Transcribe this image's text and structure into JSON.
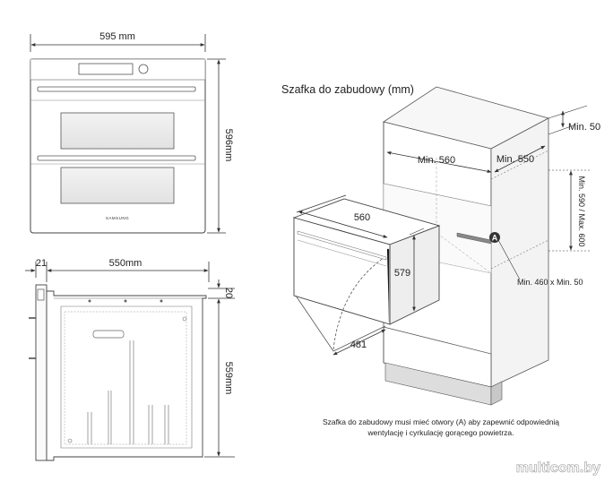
{
  "front_view": {
    "width_label": "595 mm",
    "height_label": "596mm",
    "brand": "SAMSUNG"
  },
  "side_view": {
    "door_label": "21",
    "depth_label": "550mm",
    "top_label": "20",
    "height_label": "559mm"
  },
  "cabinet": {
    "title": "Szafka do zabudowy (mm)",
    "min_top": "Min. 50",
    "min_depth": "Min. 560",
    "min_width": "Min. 550",
    "height_range": "Min. 590 / Max. 600",
    "opening_marker": "A",
    "opening_size": "Min. 460 x Min. 50",
    "oven_width": "560",
    "oven_height": "579",
    "door_swing": "481",
    "note_line1": "Szafka do zabudowy musi mieć otwory (A) aby zapewnić odpowiednią",
    "note_line2": "wentylację i cyrkulację gorącego powietrza."
  },
  "watermark": "multicom.by"
}
